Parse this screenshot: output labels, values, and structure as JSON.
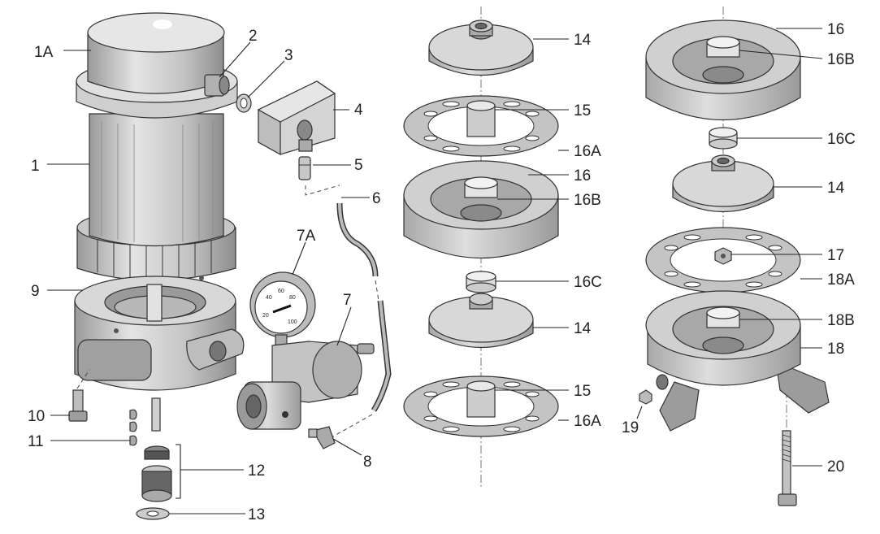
{
  "callouts": {
    "c1A": "1A",
    "c1": "1",
    "c2": "2",
    "c3": "3",
    "c4": "4",
    "c5": "5",
    "c6": "6",
    "c7A": "7A",
    "c7": "7",
    "c8": "8",
    "c9": "9",
    "c10": "10",
    "c11": "11",
    "c12": "12",
    "c13": "13",
    "m14a": "14",
    "m15a": "15",
    "m16Aa": "16A",
    "m16": "16",
    "m16B": "16B",
    "m16C": "16C",
    "m14b": "14",
    "m15b": "15",
    "m16Ab": "16A",
    "r16": "16",
    "r16B": "16B",
    "r16C": "16C",
    "r14": "14",
    "r17": "17",
    "r18A": "18A",
    "r18B": "18B",
    "r18": "18",
    "r19": "19",
    "r20": "20"
  },
  "gauge": {
    "scale": [
      "20",
      "40",
      "60",
      "80",
      "100"
    ]
  },
  "colors": {
    "body_light": "#d6d6d6",
    "body_mid": "#b4b4b4",
    "body_dark": "#8c8c8c",
    "outline": "#333333"
  }
}
